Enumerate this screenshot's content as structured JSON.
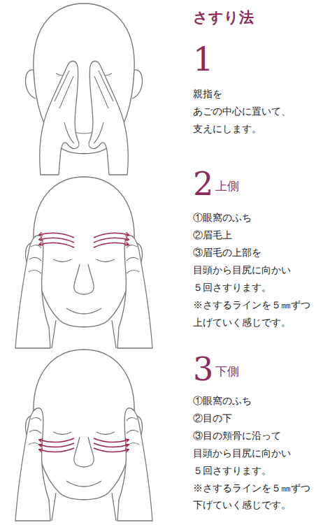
{
  "diagram": {
    "title": "さすり法",
    "labels": [
      "1",
      "親指を",
      "あごの中心に置いて、",
      "支えにします。",
      "2",
      "上側",
      "①眼窩のふち",
      "②眉毛上",
      "③眉毛の上部を",
      "目頭から目尻に向かい",
      "５回さすります。",
      "※さするラインを５㎜ずつ",
      "上げていく感じです。",
      "3",
      "下側",
      "①眼窩のふち",
      "②目の下",
      "③目の頬骨に沿って",
      "目頭から目尻に向かい",
      "５回さすります。",
      "※さするラインを５㎜ずつ",
      "下げていく感じです。"
    ]
  }
}
